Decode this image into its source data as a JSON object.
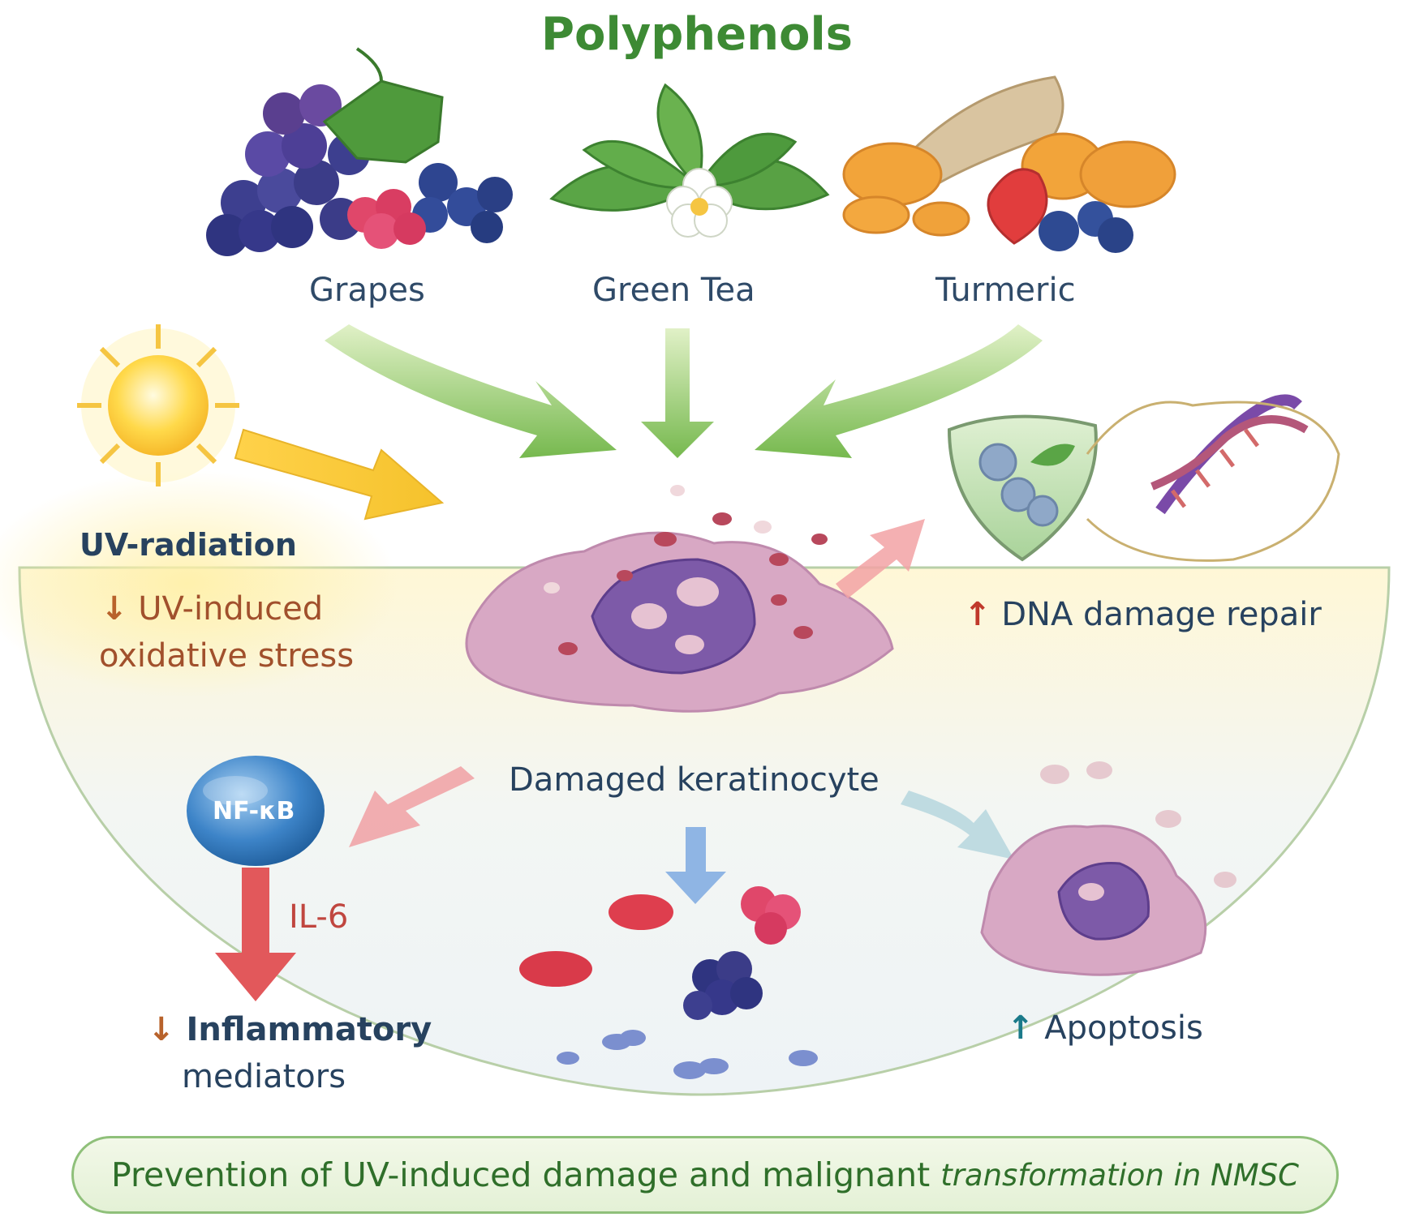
{
  "title": "Polyphenols",
  "sources": [
    {
      "label": "Grapes"
    },
    {
      "label": "Green Tea"
    },
    {
      "label": "Turmeric"
    }
  ],
  "uv": {
    "title": "UV-radiation",
    "effect_arrow": "↓",
    "effect_line1": "UV-induced",
    "effect_line2": "oxidative stress"
  },
  "dna": {
    "arrow": "↑",
    "text": "DNA damage repair"
  },
  "cell_label": "Damaged keratinocyte",
  "nfkb": {
    "node": "NF-κB",
    "il6": "IL-6"
  },
  "inflammation": {
    "arrow": "↓",
    "line1": "Inflammatory",
    "line2": "mediators"
  },
  "apoptosis": {
    "arrow": "↑",
    "text": "Apoptosis"
  },
  "banner": {
    "main": "Prevention of UV-induced damage and malignant ",
    "italic": "transformation in NMSC"
  },
  "colors": {
    "title_green": "#3d8a34",
    "navy_text": "#27425f",
    "brown_text": "#a1502c",
    "banner_border": "#8fc07a"
  }
}
